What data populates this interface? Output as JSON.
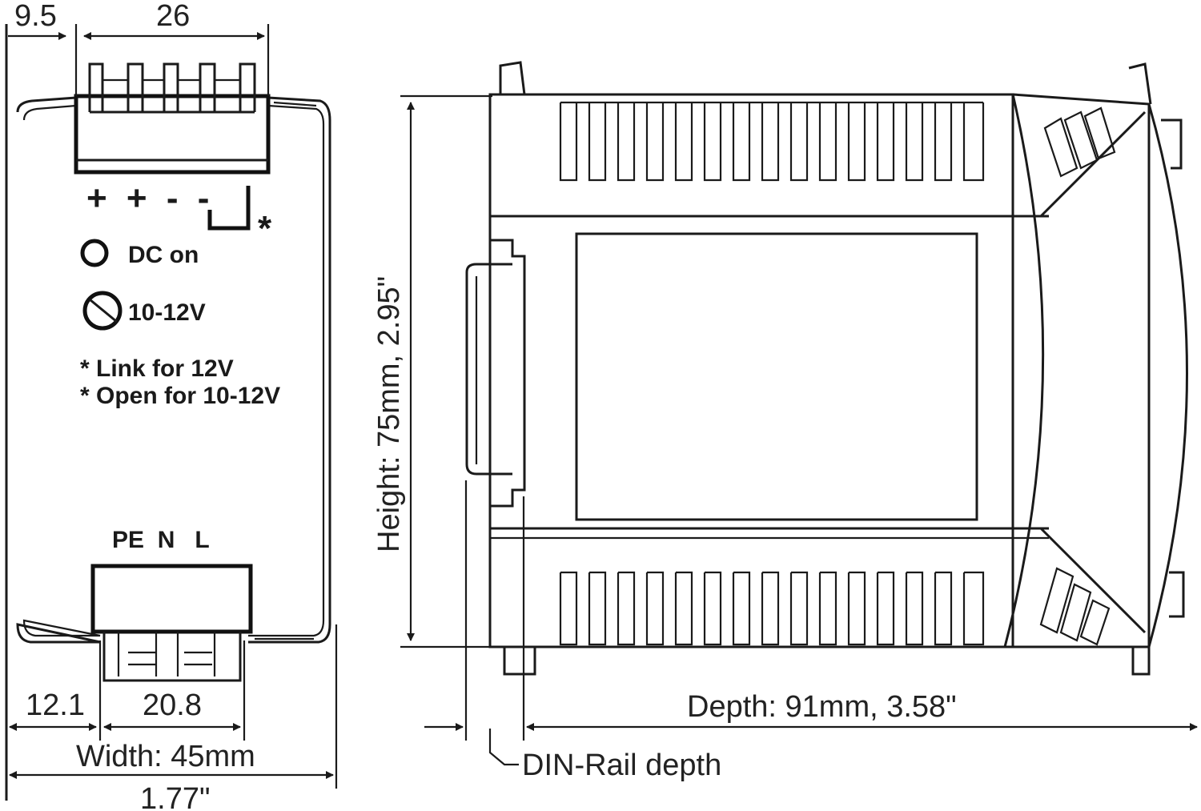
{
  "dimensions": {
    "top_left": "9.5",
    "top_terminal": "26",
    "bottom_left": "12.1",
    "bottom_terminal": "20.8",
    "width": "Width: 45mm",
    "width_in": "1.77\"",
    "height": "Height: 75mm,  2.95\"",
    "depth": "Depth: 91mm,  3.58\"",
    "din_rail": "DIN-Rail depth"
  },
  "front_labels": {
    "polarity": "+ + - -",
    "dc_on": "DC on",
    "adjust": "10-12V",
    "link_note": "* Link  for 12V",
    "open_note": "* Open for 10-12V",
    "link_star": "*",
    "input_terminals": "PE  N   L"
  }
}
